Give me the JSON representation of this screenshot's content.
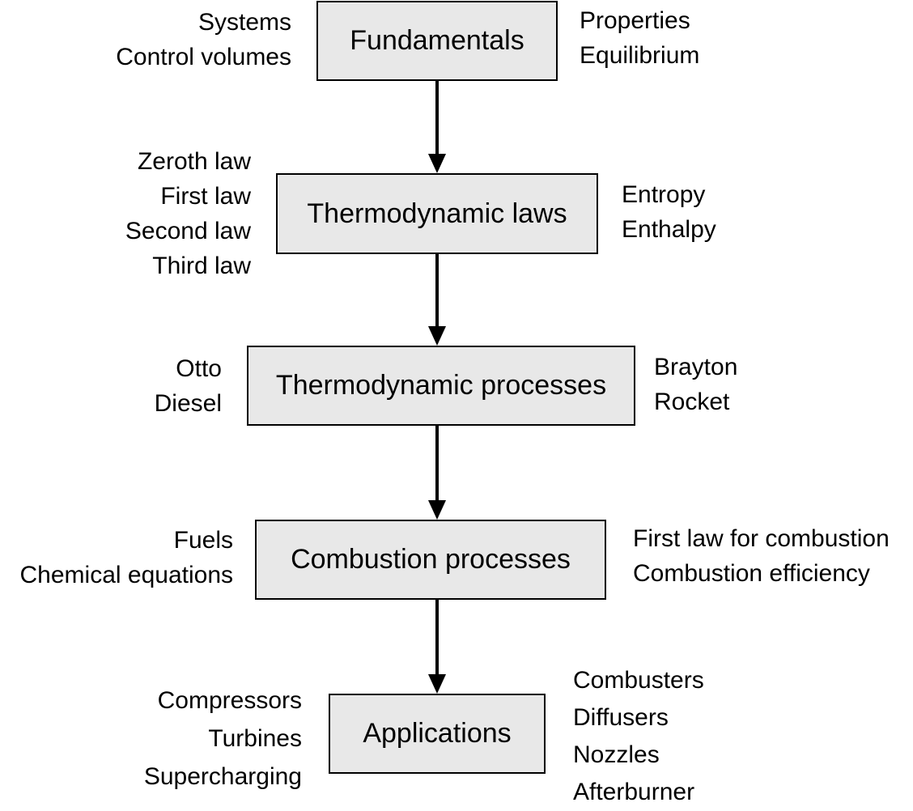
{
  "diagram": {
    "stages": [
      {
        "title": "Fundamentals",
        "left": [
          "Systems",
          "Control volumes"
        ],
        "right": [
          "Properties",
          "Equilibrium"
        ]
      },
      {
        "title": "Thermodynamic laws",
        "left": [
          "Zeroth law",
          "First law",
          "Second law",
          "Third law"
        ],
        "right": [
          "Entropy",
          "Enthalpy"
        ]
      },
      {
        "title": "Thermodynamic processes",
        "left": [
          "Otto",
          "Diesel"
        ],
        "right": [
          "Brayton",
          "Rocket"
        ]
      },
      {
        "title": "Combustion processes",
        "left": [
          "Fuels",
          "Chemical equations"
        ],
        "right": [
          "First law for combustion",
          "Combustion efficiency"
        ]
      },
      {
        "title": "Applications",
        "left": [
          "Compressors",
          "Turbines",
          "Supercharging"
        ],
        "right": [
          "Combusters",
          "Diffusers",
          "Nozzles",
          "Afterburner"
        ]
      }
    ],
    "colors": {
      "box_fill": "#e8e8e8",
      "line": "#000000"
    }
  }
}
